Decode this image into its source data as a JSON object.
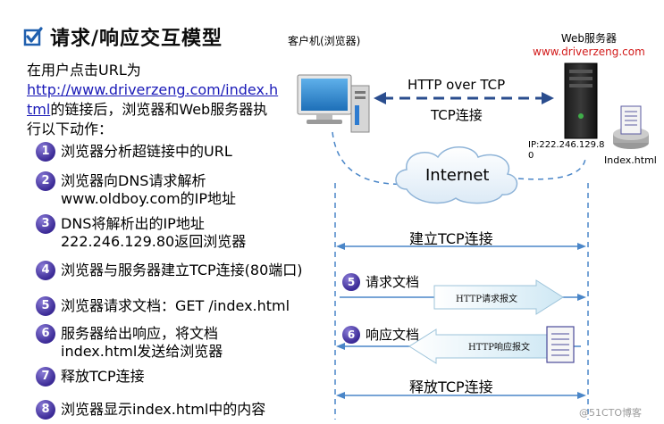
{
  "title": {
    "text": "请求/响应交互模型",
    "icon": "checkbox-checked-icon",
    "icon_color": "#1f5fae"
  },
  "intro": {
    "line1": "在用户点击URL为",
    "link": "http://www.driverzeng.com/index.h",
    "link2": "tml",
    "line3": "的链接后，浏览器和Web服务器执",
    "line4": "行以下动作："
  },
  "steps": [
    {
      "num": "1",
      "text": "浏览器分析超链接中的URL"
    },
    {
      "num": "2",
      "text": "浏览器向DNS请求解析\nwww.oldboy.com的IP地址"
    },
    {
      "num": "3",
      "text": "DNS将解析出的IP地址\n222.246.129.80返回浏览器"
    },
    {
      "num": "4",
      "text": "浏览器与服务器建立TCP连接(80端口)"
    },
    {
      "num": "5",
      "text": "浏览器请求文档：GET /index.html"
    },
    {
      "num": "6",
      "text": "服务器给出响应，将文档\nindex.html发送给浏览器"
    },
    {
      "num": "7",
      "text": "释放TCP连接"
    },
    {
      "num": "8",
      "text": "浏览器显示index.html中的内容"
    }
  ],
  "diagram": {
    "client_label": "客户机(浏览器)",
    "server_label": "Web服务器",
    "server_url": "www.driverzeng.com",
    "http_over_tcp": "HTTP over TCP",
    "tcp_connection": "TCP连接",
    "ip_address": "IP:222.246.129.8\n0",
    "index_file": "Index.html",
    "internet": "Internet",
    "establish_tcp": "建立TCP连接",
    "request_doc_num": "5",
    "request_doc": "请求文档",
    "request_packet": "HTTP请求报文",
    "response_doc_num": "6",
    "response_doc": "响应文档",
    "response_packet": "HTTP响应报文",
    "release_tcp": "释放TCP连接",
    "colors": {
      "accent_blue": "#2462b0",
      "url_red": "#d21a1a",
      "dashed_line": "#4a86c8",
      "packet_fill": "#e3f1f8"
    }
  },
  "watermark": "@51CTO博客"
}
